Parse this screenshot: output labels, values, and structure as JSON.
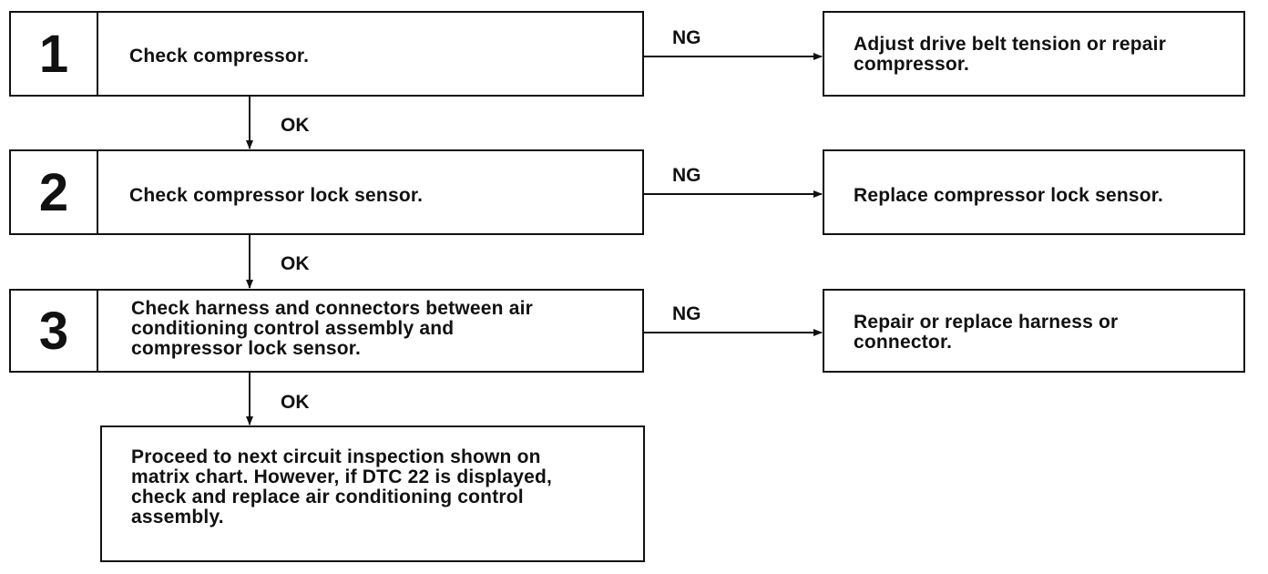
{
  "steps": [
    {
      "number": "1",
      "text": "Check compressor."
    },
    {
      "number": "2",
      "text": "Check compressor lock sensor."
    },
    {
      "number": "3",
      "lines": [
        "Check harness and connectors between air",
        "conditioning control assembly and",
        "compressor lock sensor."
      ]
    }
  ],
  "results": [
    {
      "lines": [
        "Adjust drive belt tension or repair",
        "compressor."
      ]
    },
    {
      "text": "Replace compressor lock sensor."
    },
    {
      "lines": [
        "Repair or replace harness or",
        "connector."
      ]
    }
  ],
  "final": {
    "lines": [
      "Proceed to next circuit inspection shown on",
      "matrix chart. However, if DTC 22 is displayed,",
      "check and replace air conditioning control",
      "assembly."
    ]
  },
  "labels": {
    "ng": "NG",
    "ok": "OK"
  }
}
